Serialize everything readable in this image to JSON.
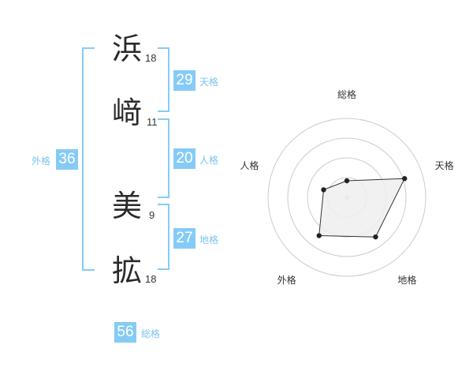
{
  "name_chars": [
    {
      "char": "浜",
      "strokes": "18"
    },
    {
      "char": "﨑",
      "strokes": "11"
    },
    {
      "char": "美",
      "strokes": "9"
    },
    {
      "char": "拡",
      "strokes": "18"
    }
  ],
  "grids": {
    "tenkaku": {
      "value": "29",
      "label": "天格"
    },
    "jinkaku": {
      "value": "20",
      "label": "人格"
    },
    "chikaku": {
      "value": "27",
      "label": "地格"
    },
    "gaikaku": {
      "value": "36",
      "label": "外格"
    },
    "soukaku": {
      "value": "56",
      "label": "総格"
    }
  },
  "colors": {
    "accent": "#86cbf6",
    "accent_text": "#7ec3ee",
    "radar_fill": "#eeeeee",
    "radar_stroke": "#333333",
    "grid": "#cccccc"
  },
  "chart_data": {
    "type": "radar",
    "axes": [
      "総格",
      "天格",
      "地格",
      "外格",
      "人格"
    ],
    "values": [
      0.21,
      0.77,
      0.62,
      0.6,
      0.31
    ],
    "range": [
      0,
      1
    ],
    "rings": 4
  }
}
